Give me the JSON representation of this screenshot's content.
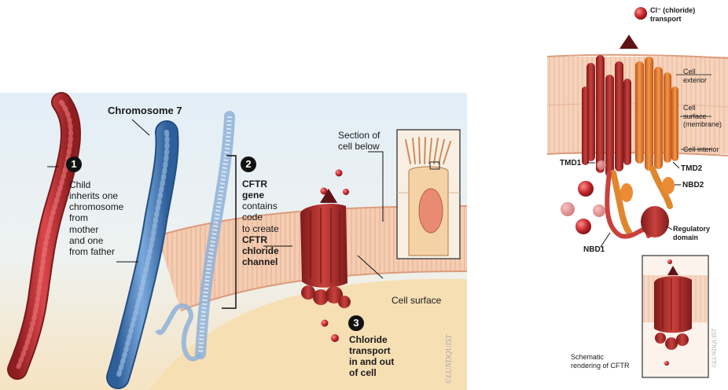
{
  "left_panel": {
    "chromosome_label": "Chromosome 7",
    "steps": [
      {
        "number": "1",
        "lines": [
          "Child",
          "inherits one",
          "chromosome",
          "from",
          "mother",
          "and one",
          "from father"
        ]
      },
      {
        "number": "2",
        "lines": [
          "CFTR",
          "gene",
          "contains",
          "code",
          "to create",
          "CFTR",
          "chloride",
          "channel"
        ]
      },
      {
        "number": "3",
        "lines": [
          "Chloride",
          "transport",
          "in and out",
          "of cell"
        ]
      }
    ],
    "section_label": [
      "Section of",
      "cell below"
    ],
    "cell_surface_label": "Cell surface",
    "signature": "©LUNDQUIST"
  },
  "right_panel": {
    "transport_label": [
      "Cl⁻ (chloride)",
      "transport"
    ],
    "cell_exterior": [
      "Cell",
      "exterior"
    ],
    "cell_surface": [
      "Cell",
      "surface",
      "(membrane)"
    ],
    "cell_interior": "Cell interior",
    "tmd1": "TMD1",
    "tmd2": "TMD2",
    "nbd2": "NBD2",
    "nbd1": "NBD1",
    "regulatory": [
      "Regulatory",
      "domain"
    ],
    "schematic": [
      "Schematic",
      "rendering of CFTR"
    ],
    "signature": "©LUNDQUIST"
  },
  "colors": {
    "red_protein": "#b8322e",
    "orange_protein": "#e27a2a",
    "blue_chromosome": "#4f86c3",
    "membrane": "#f1c2a4",
    "background_left": "#e6eff6"
  }
}
